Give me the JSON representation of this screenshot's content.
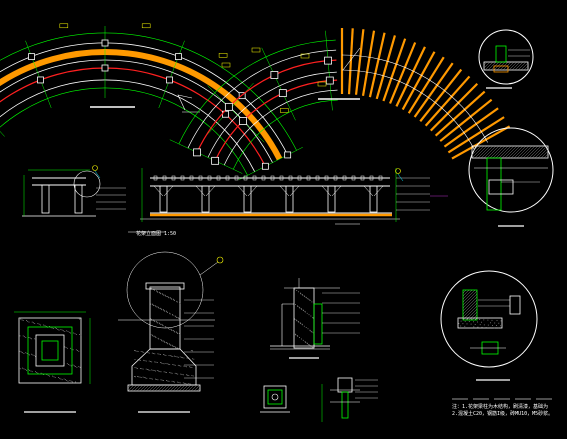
{
  "drawing": {
    "background": "#000000",
    "elevation_title": "花架立面图 1:50",
    "notes": [
      "注：1.花架梁柱为木结构，刷清漆，基础为",
      "2.混凝土C20，钢筋I级，砖MU10，M5砂浆。"
    ],
    "legend_count": 5
  },
  "colors": {
    "line_primary": "#ffffff",
    "dimension": "#00ff00",
    "axis": "#ff2020",
    "timber": "#ff9900",
    "marker": "#ffff00",
    "leader": "#00e5ff",
    "hatch": "#9a9a9a",
    "grid": "#e83bff"
  },
  "views": [
    "arc-pergola-plan-left",
    "arc-pergola-plan-right",
    "detail-circle-1",
    "detail-circle-2",
    "detail-circle-3",
    "long-elevation",
    "short-elevation",
    "footing-plan",
    "column-section",
    "beam-column-joint",
    "small-connection-detail",
    "bolt-detail"
  ]
}
